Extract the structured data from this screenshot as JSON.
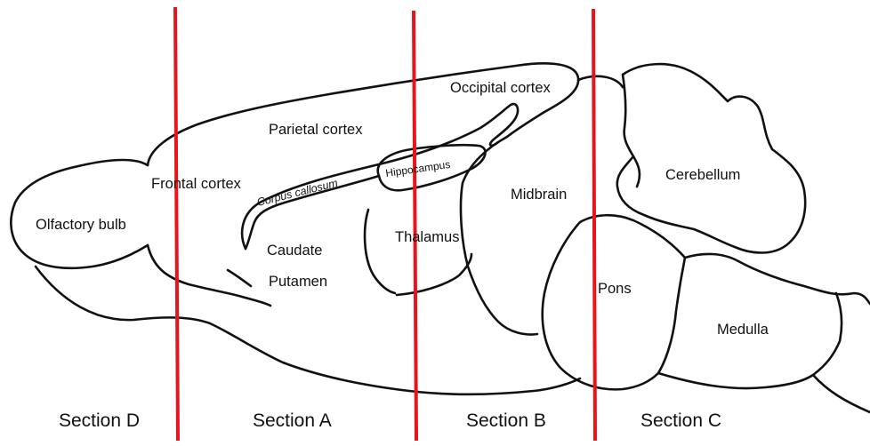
{
  "regions": {
    "olfactory_bulb": "Olfactory bulb",
    "frontal_cortex": "Frontal cortex",
    "parietal_cortex": "Parietal cortex",
    "occipital_cortex": "Occipital cortex",
    "corpus_callosum": "Corpus callosum",
    "hippocampus": "Hippocampus",
    "caudate": "Caudate",
    "putamen": "Putamen",
    "thalamus": "Thalamus",
    "midbrain": "Midbrain",
    "cerebellum": "Cerebellum",
    "pons": "Pons",
    "medulla": "Medulla"
  },
  "sections": {
    "d": "Section D",
    "a": "Section A",
    "b": "Section B",
    "c": "Section C"
  },
  "colors": {
    "outline": "#111111",
    "cut_line": "#e8141b"
  }
}
